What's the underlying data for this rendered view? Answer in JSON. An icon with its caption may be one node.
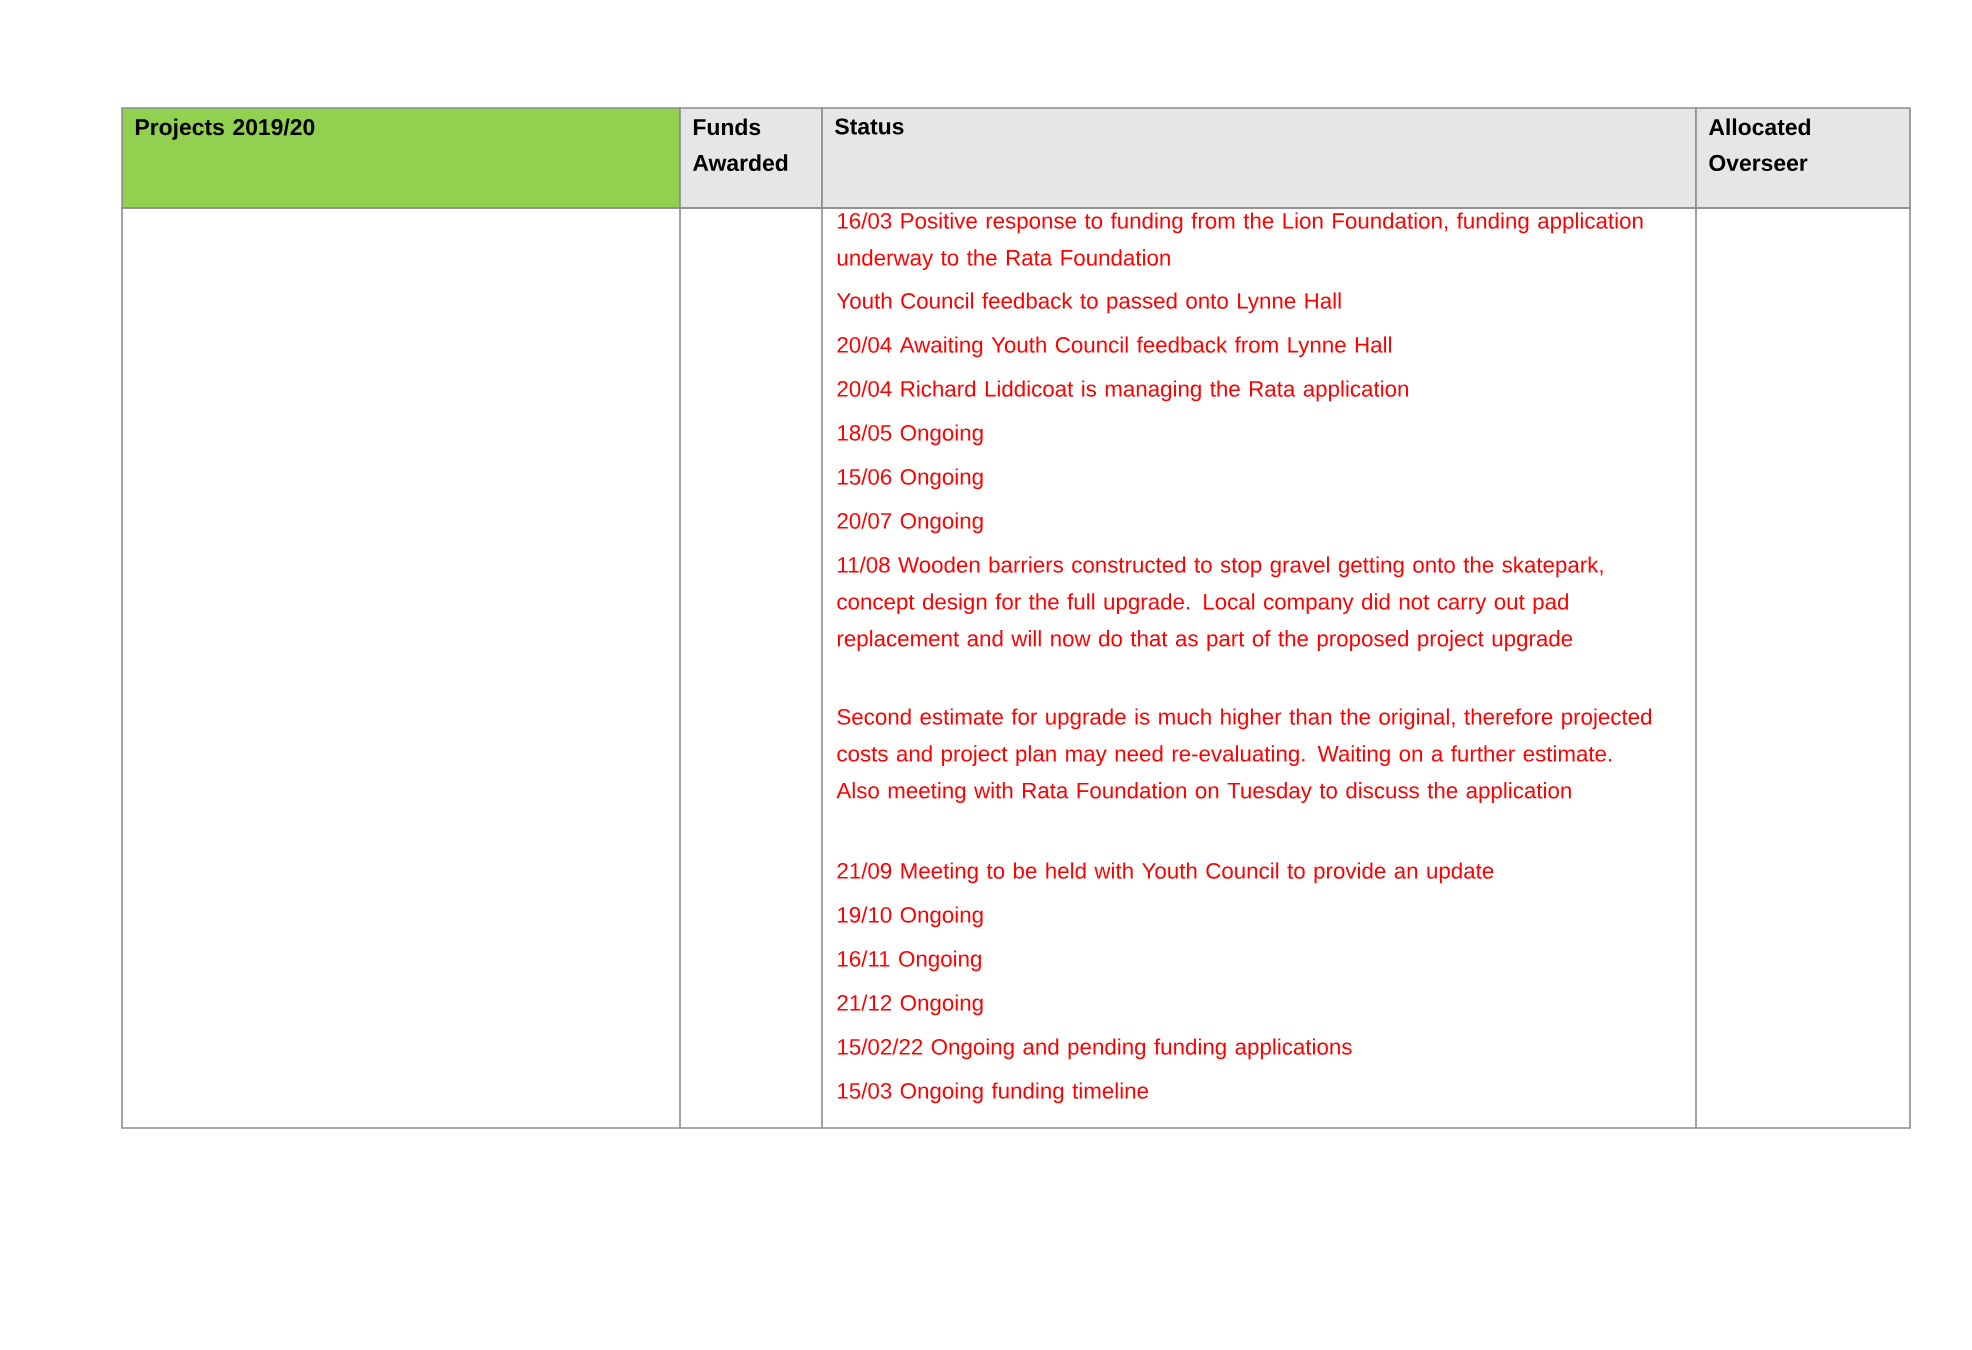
{
  "diagram": {
    "labels": [
      "Projects 2019/20",
      "Funds Awarded",
      "Status",
      "Allocated Overseer",
      "16/03 Positive response to funding from the Lion Foundation, funding application underway to the Rata Foundation",
      "Youth Council feedback to passed onto Lynne Hall",
      "20/04 Awaiting Youth Council feedback from Lynne Hall",
      "20/04 Richard Liddicoat is managing the Rata application",
      "18/05 Ongoing",
      "15/06 Ongoing",
      "20/07 Ongoing",
      "11/08 Wooden barriers constructed to stop gravel getting onto the skatepark, concept design for the full upgrade.  Local company did not carry out pad replacement and will now do that as part of the proposed project upgrade",
      "Second estimate for upgrade is much higher than the original, therefore projected costs and project plan may need re-evaluating.  Waiting on a further estimate.  Also meeting with Rata Foundation on Tuesday to discuss the application",
      "21/09 Meeting to be held with Youth Council to provide an update",
      "19/10 Ongoing",
      "16/11 Ongoing",
      "21/12 Ongoing",
      "15/02/22 Ongoing and pending funding applications",
      "15/03 Ongoing funding timeline"
    ]
  }
}
